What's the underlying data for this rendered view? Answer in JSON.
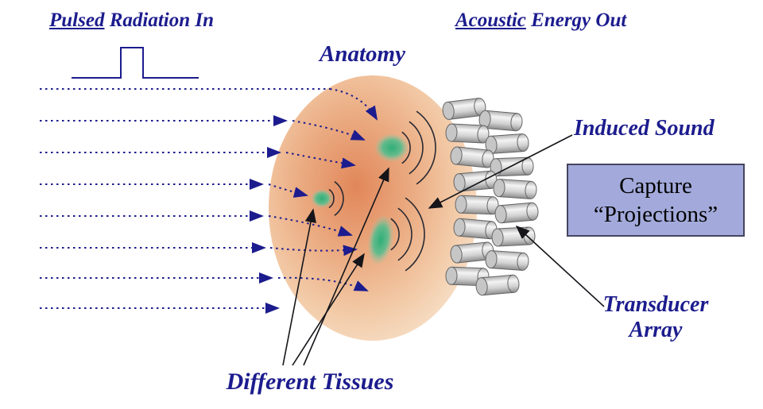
{
  "labels": {
    "pulsed_underlined": "Pulsed",
    "pulsed_rest": " Radiation In",
    "acoustic_underlined": "Acoustic",
    "acoustic_rest": " Energy Out",
    "anatomy": "Anatomy",
    "induced_sound": "Induced Sound",
    "capture_line1": "Capture",
    "capture_line2": "“Projections”",
    "transducer_line1": "Transducer",
    "transducer_line2": "Array",
    "different_tissues": "Different Tissues"
  },
  "colors": {
    "text_navy": "#1c1c8e",
    "arrow_navy": "#1c1c8e",
    "solid_arrow": "#15151a",
    "anatomy_center": "#e1875a",
    "anatomy_edge": "#f6dcc2",
    "tissue_green": "#2fae77",
    "capture_fill": "#a3aadb",
    "capture_border": "#45455f",
    "cylinder_gray": "#d5d5d5"
  }
}
